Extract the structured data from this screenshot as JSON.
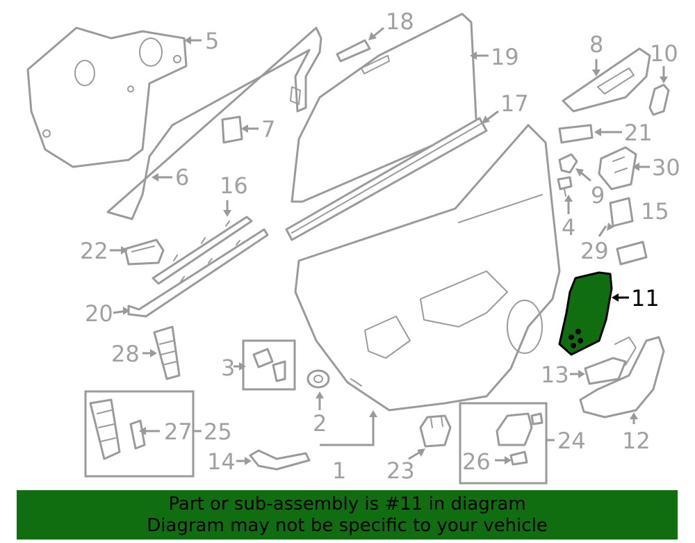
{
  "highlight": {
    "part_number": "11",
    "fill_color": "#106d10",
    "outline_color": "#000000"
  },
  "callouts": {
    "c1": "1",
    "c2": "2",
    "c3": "3",
    "c4": "4",
    "c5": "5",
    "c6": "6",
    "c7": "7",
    "c8": "8",
    "c9": "9",
    "c10": "10",
    "c11": "11",
    "c12": "12",
    "c13": "13",
    "c14": "14",
    "c15": "15",
    "c16": "16",
    "c17": "17",
    "c18": "18",
    "c19": "19",
    "c20": "20",
    "c21": "21",
    "c22": "22",
    "c23": "23",
    "c24": "24",
    "c25": "25",
    "c26": "26",
    "c27": "27",
    "c28": "28",
    "c29": "29",
    "c30": "30"
  },
  "banner": {
    "line1": "Part or sub-assembly is #11 in diagram",
    "line2": "Diagram may not be specific to your vehicle",
    "background": "#106d10",
    "text_color": "#000000"
  }
}
